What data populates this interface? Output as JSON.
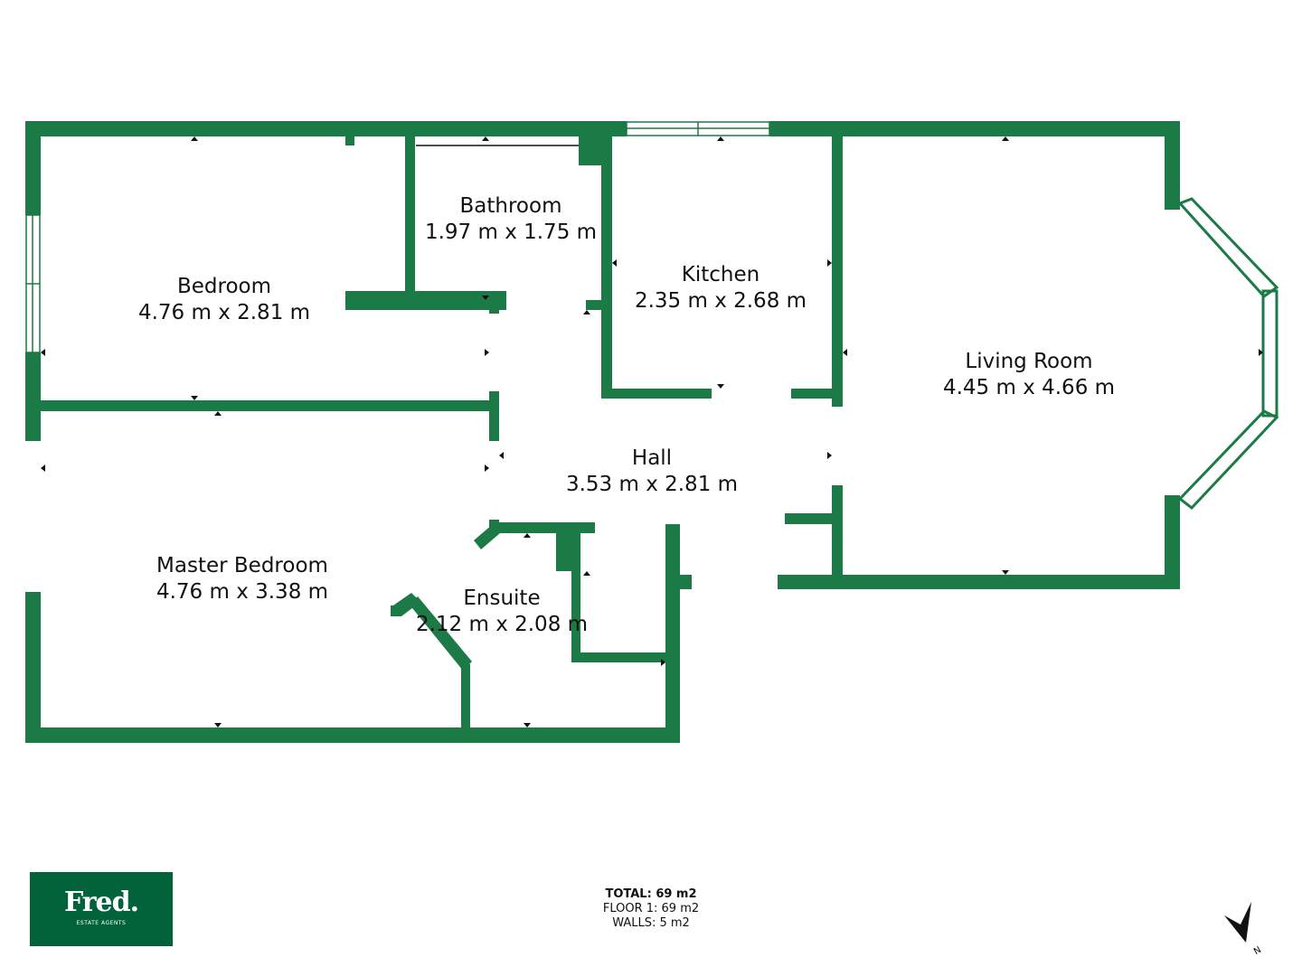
{
  "rooms": [
    {
      "name": "Bedroom",
      "size": "4.76 m x 2.81 m"
    },
    {
      "name": "Bathroom",
      "size": "1.97 m x 1.75 m"
    },
    {
      "name": "Kitchen",
      "size": "2.35 m x 2.68 m"
    },
    {
      "name": "Living Room",
      "size": "4.45 m x 4.66 m"
    },
    {
      "name": "Hall",
      "size": "3.53 m x 2.81 m"
    },
    {
      "name": "Master Bedroom",
      "size": "4.76 m x 3.38 m"
    },
    {
      "name": "Ensuite",
      "size": "2.12 m x 2.08 m"
    }
  ],
  "totals": {
    "total": "TOTAL: 69 m2",
    "floor": "FLOOR 1: 69 m2",
    "walls": "WALLS: 5 m2"
  },
  "logo": {
    "name": "Fred.",
    "sub": "ESTATE AGENTS"
  },
  "compass": {
    "label": "N"
  },
  "colors": {
    "wall": "#1b7a45",
    "logo_bg": "#02633a"
  }
}
